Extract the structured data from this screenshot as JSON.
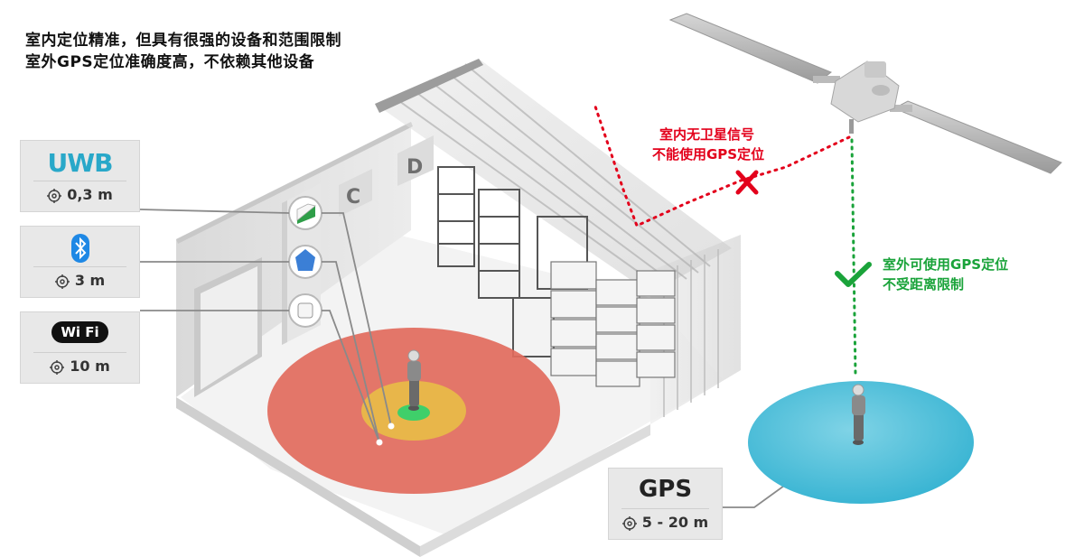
{
  "headline": {
    "line1": "室内定位精准，但具有很强的设备和范围限制",
    "line2": "室外GPS定位准确度高，不依赖其他设备"
  },
  "cards": [
    {
      "tech": "UWB",
      "logo_text": "UWB",
      "accuracy": "0,3 m",
      "logo_color": "#29a8c9"
    },
    {
      "tech": "Bluetooth",
      "logo_icon": "bluetooth-icon",
      "accuracy": "3 m",
      "logo_color": "#1e88e5"
    },
    {
      "tech": "WiFi",
      "logo_text": "Wi Fi",
      "accuracy": "10 m",
      "logo_color": "#111111"
    }
  ],
  "gps_card": {
    "logo_text": "GPS",
    "accuracy": "5 - 20 m"
  },
  "indoor_note": {
    "line1": "室内无卫星信号",
    "line2": "不能使用GPS定位",
    "color": "#e3001b",
    "icon": "cross-icon"
  },
  "outdoor_note": {
    "line1": "室外可使用GPS定位",
    "line2": "不受距离限制",
    "color": "#1aa33a",
    "icon": "check-icon"
  },
  "warehouse_labels": {
    "c": "C",
    "d": "D"
  },
  "colors": {
    "wifi_range": "#e26b5d",
    "bluetooth_range": "#e8b64a",
    "uwb_range": "#3fcf6a",
    "gps_range": "#3ab4d3",
    "card_bg": "#e8e8e8"
  },
  "icons": [
    "target-icon",
    "satellite-icon",
    "person-icon",
    "uwb-anchor-icon",
    "bluetooth-beacon-icon",
    "wifi-router-icon"
  ]
}
